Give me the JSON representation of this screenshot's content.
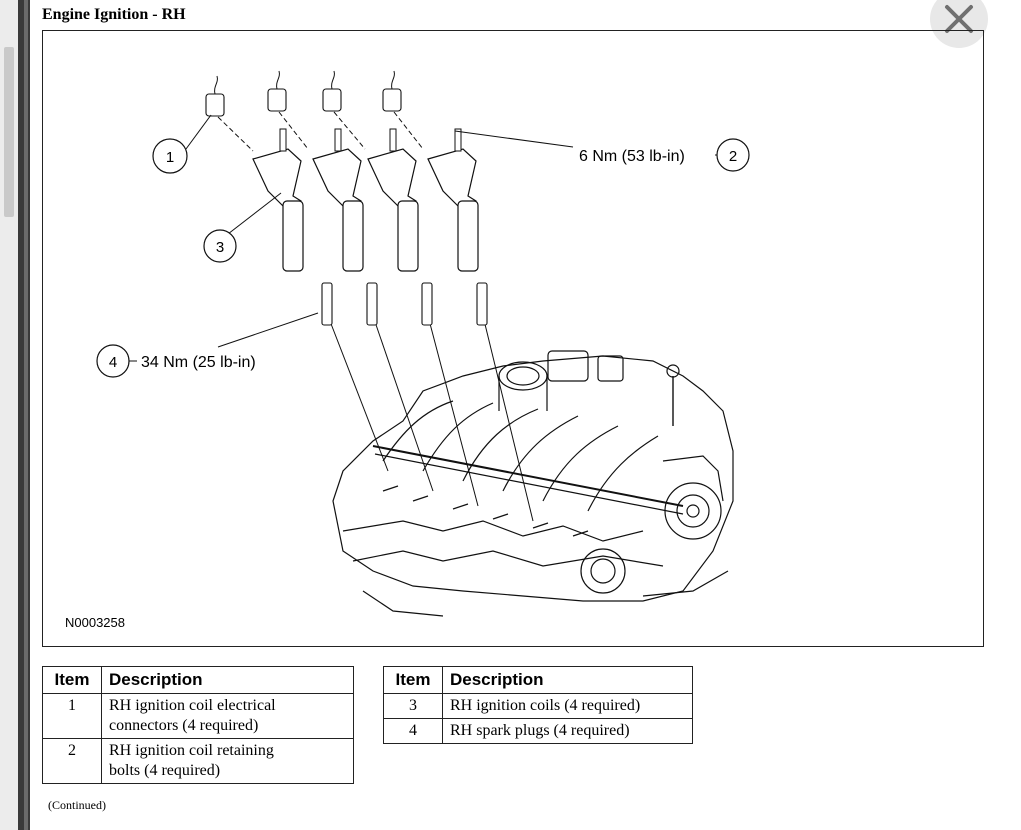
{
  "window": {
    "close_icon": "close-x-icon"
  },
  "document": {
    "title": "Engine Ignition - RH",
    "figure_id": "N0003258",
    "continued": "(Continued)"
  },
  "callouts": {
    "c1": "1",
    "c2": "2",
    "c3": "3",
    "c4": "4",
    "torque_2": "6 Nm (53 lb-in)",
    "torque_4": "34 Nm (25 lb-in)"
  },
  "legend_left": {
    "headers": [
      "Item",
      "Description"
    ],
    "rows": [
      {
        "item": "1",
        "line1": "RH ignition coil electrical",
        "line2": "connectors (4 required)"
      },
      {
        "item": "2",
        "line1": "RH ignition coil retaining",
        "line2": "bolts (4 required)"
      }
    ]
  },
  "legend_right": {
    "headers": [
      "Item",
      "Description"
    ],
    "rows": [
      {
        "item": "3",
        "desc": "RH ignition coils (4 required)"
      },
      {
        "item": "4",
        "desc": "RH spark plugs (4 required)"
      }
    ]
  }
}
